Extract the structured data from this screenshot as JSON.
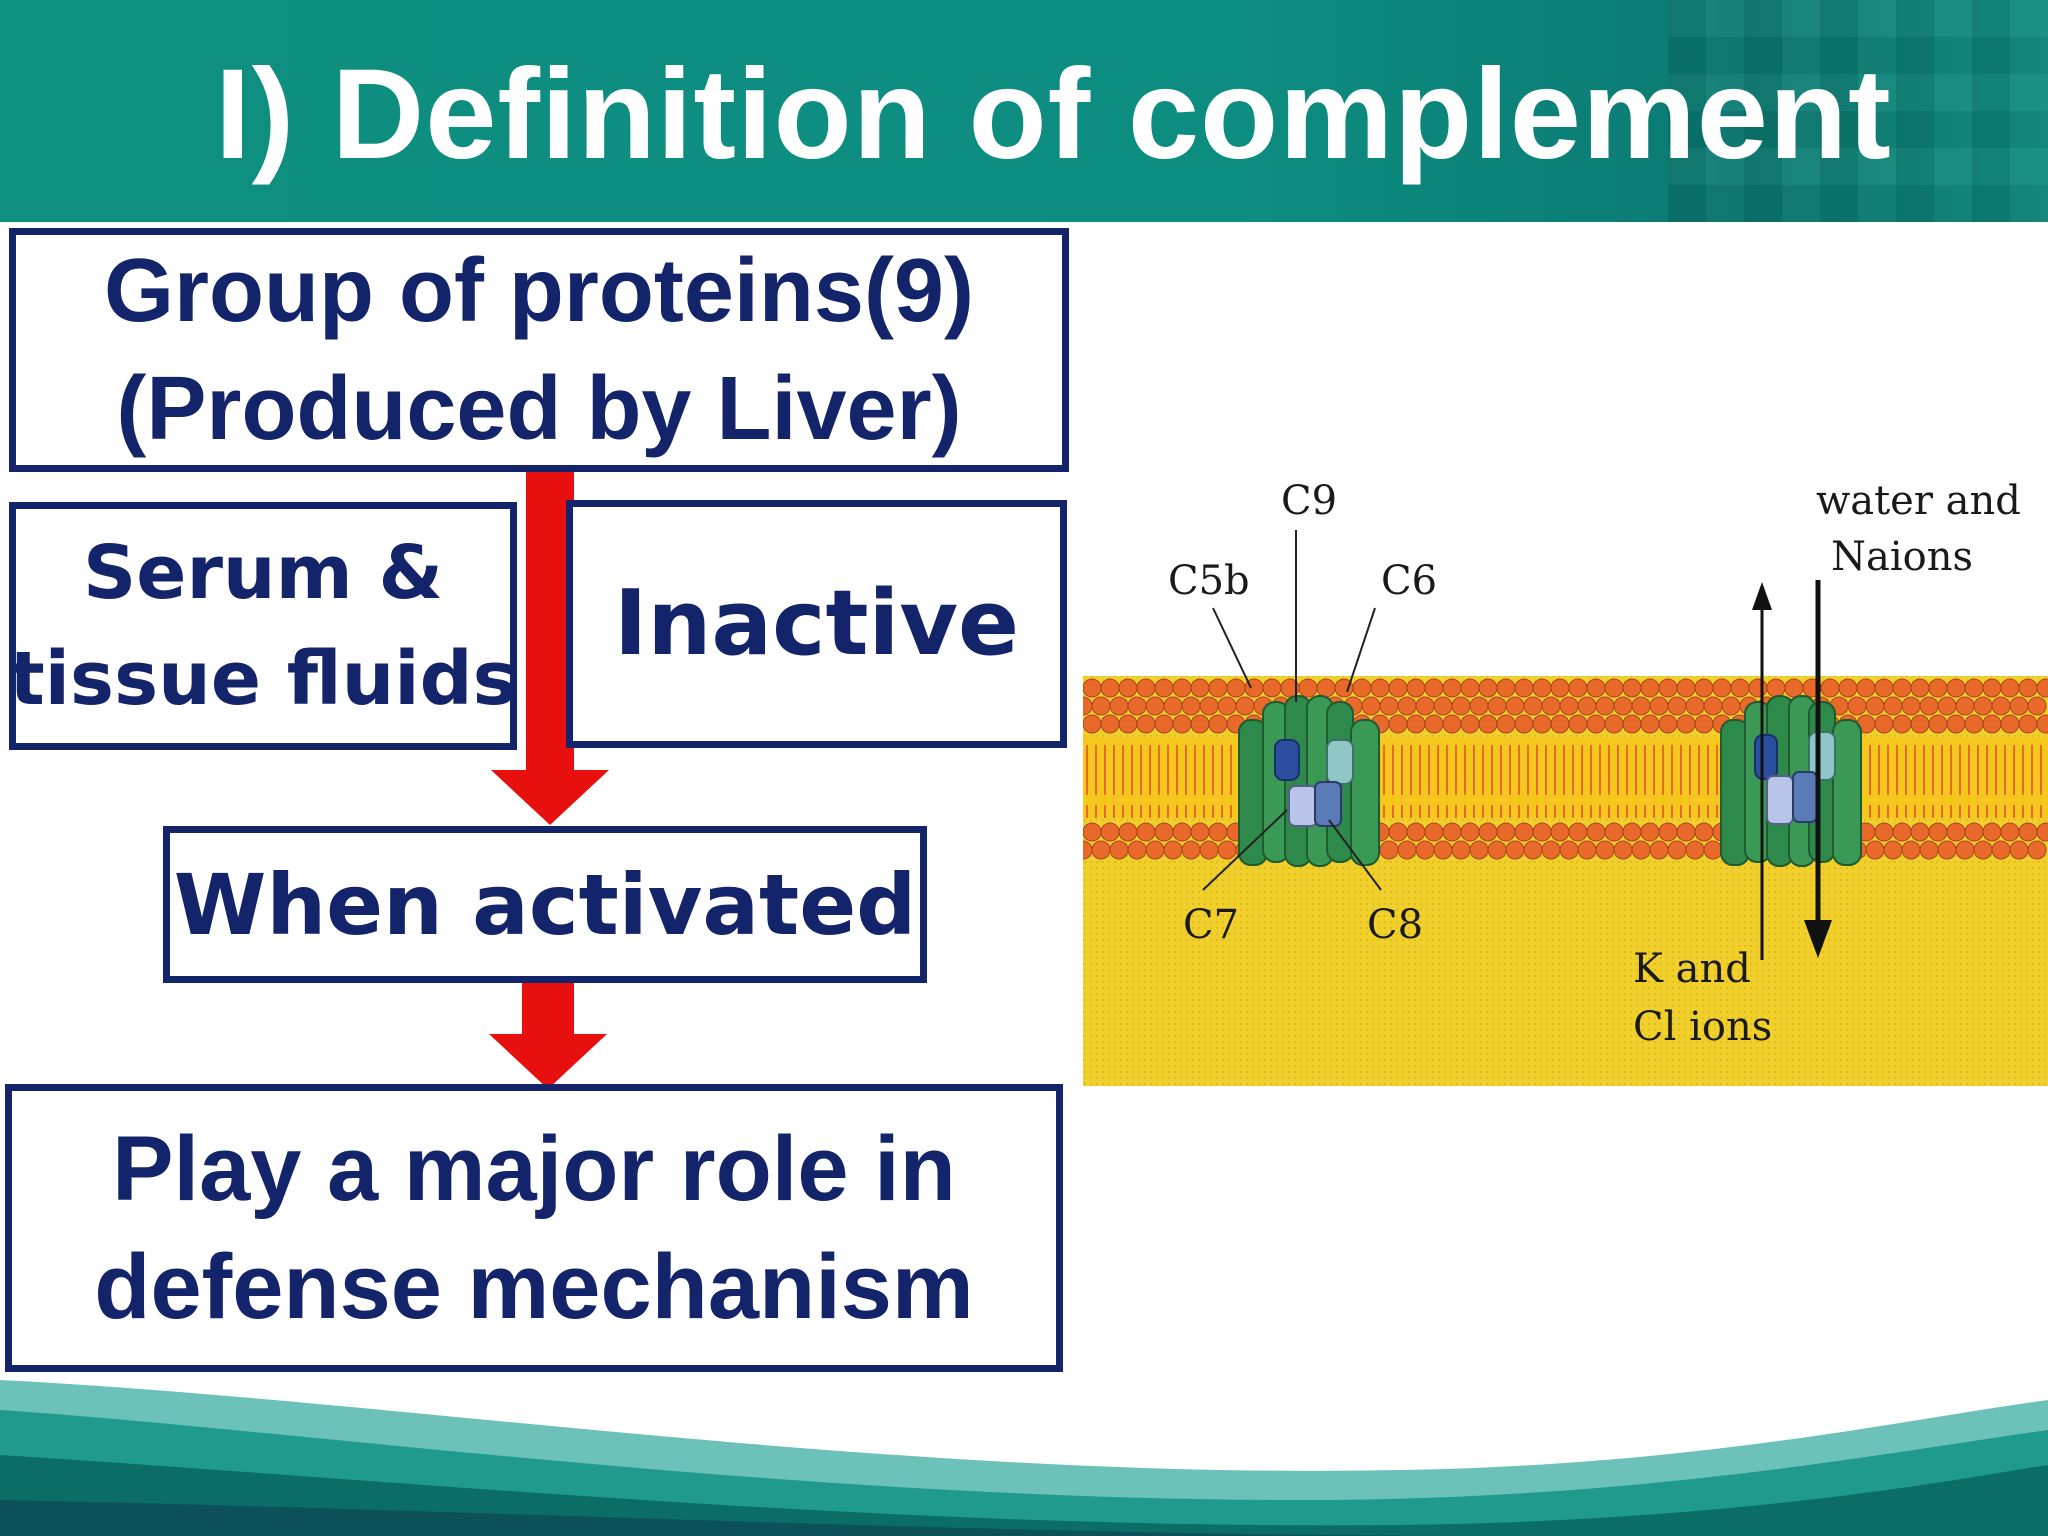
{
  "slide": {
    "title": "I) Definition of complement",
    "boxes": {
      "group": {
        "line1": "Group of proteins(9)",
        "line2": "(Produced by Liver)"
      },
      "serum": {
        "line1": "Serum &",
        "line2": "tissue fluids"
      },
      "inactive": {
        "text": "Inactive"
      },
      "activated": {
        "text": "When activated"
      },
      "role": {
        "line1": "Play a major role in",
        "line2": "defense mechanism"
      }
    },
    "figure": {
      "labels": {
        "c9": "C9",
        "c5b": "C5b",
        "c6": "C6",
        "c7": "C7",
        "c8": "C8",
        "water_line1": "water and",
        "water_line2": "Naions",
        "k_line1": "K and",
        "k_line2": "Cl ions"
      }
    },
    "colors": {
      "header": "#0f8f7f",
      "box_text": "#14246b",
      "arrow": "#e80f0f",
      "membrane_bg": "#f2d02c",
      "lipid_head": "#e8692a",
      "protein": "#2e8a4a"
    }
  }
}
